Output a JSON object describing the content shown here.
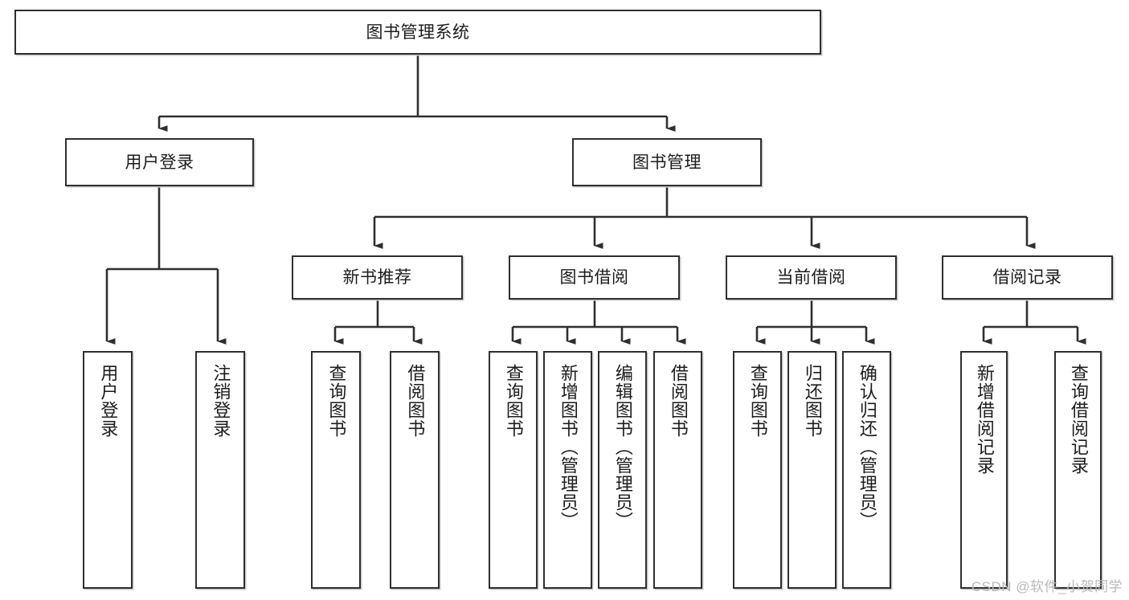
{
  "diagram": {
    "type": "tree-hierarchy",
    "title": "图书管理系统",
    "style": {
      "box_border_color": "#2f2f2f",
      "box_fill_color": "#ffffff",
      "line_color": "#2f2f2f",
      "text_color": "#1c1c1c",
      "background": "#ffffff"
    },
    "levels": [
      {
        "level": 1,
        "nodes": [
          {
            "id": "root",
            "label": "图书管理系统",
            "orientation": "horizontal"
          }
        ]
      },
      {
        "level": 2,
        "nodes": [
          {
            "id": "login",
            "label": "用户登录",
            "orientation": "horizontal",
            "parent": "root"
          },
          {
            "id": "bookmgmt",
            "label": "图书管理",
            "orientation": "horizontal",
            "parent": "root"
          }
        ]
      },
      {
        "level": 3,
        "nodes": [
          {
            "id": "newbook",
            "label": "新书推荐",
            "orientation": "horizontal",
            "parent": "bookmgmt"
          },
          {
            "id": "borrow",
            "label": "图书借阅",
            "orientation": "horizontal",
            "parent": "bookmgmt"
          },
          {
            "id": "current",
            "label": "当前借阅",
            "orientation": "horizontal",
            "parent": "bookmgmt"
          },
          {
            "id": "records",
            "label": "借阅记录",
            "orientation": "horizontal",
            "parent": "bookmgmt"
          }
        ]
      },
      {
        "level": 4,
        "nodes": [
          {
            "id": "leaf-user-login",
            "label": "用户登录",
            "orientation": "vertical",
            "parent": "login"
          },
          {
            "id": "leaf-logout",
            "label": "注销登录",
            "orientation": "vertical",
            "parent": "login"
          },
          {
            "id": "leaf-query-book-1",
            "label": "查询图书",
            "orientation": "vertical",
            "parent": "newbook"
          },
          {
            "id": "leaf-borrow-book-1",
            "label": "借阅图书",
            "orientation": "vertical",
            "parent": "newbook"
          },
          {
            "id": "leaf-query-book-2",
            "label": "查询图书",
            "orientation": "vertical",
            "parent": "borrow"
          },
          {
            "id": "leaf-add-book",
            "label": "新增图书（管理员）",
            "orientation": "vertical",
            "parent": "borrow"
          },
          {
            "id": "leaf-edit-book",
            "label": "编辑图书（管理员）",
            "orientation": "vertical",
            "parent": "borrow"
          },
          {
            "id": "leaf-borrow-book-2",
            "label": "借阅图书",
            "orientation": "vertical",
            "parent": "borrow"
          },
          {
            "id": "leaf-query-book-3",
            "label": "查询图书",
            "orientation": "vertical",
            "parent": "current"
          },
          {
            "id": "leaf-return-book",
            "label": "归还图书",
            "orientation": "vertical",
            "parent": "current"
          },
          {
            "id": "leaf-confirm-return",
            "label": "确认归还（管理员）",
            "orientation": "vertical",
            "parent": "current"
          },
          {
            "id": "leaf-add-record",
            "label": "新增借阅记录",
            "orientation": "vertical",
            "parent": "records"
          },
          {
            "id": "leaf-query-record",
            "label": "查询借阅记录",
            "orientation": "vertical",
            "parent": "records"
          }
        ]
      }
    ]
  },
  "watermark": {
    "text": "CSDN @软件_小贺同学"
  }
}
